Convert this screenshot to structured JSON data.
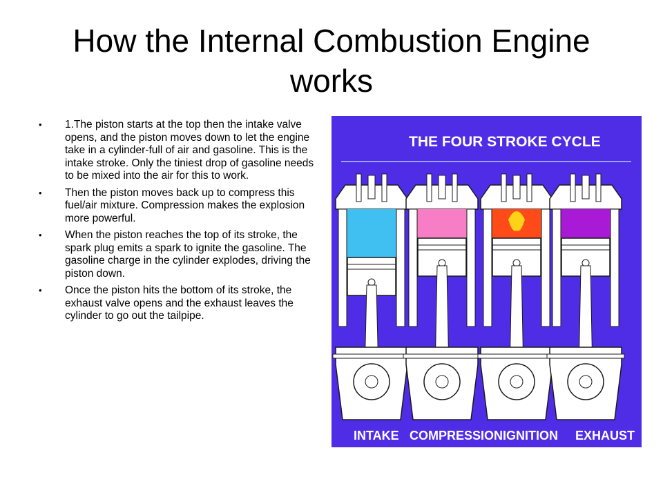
{
  "slide": {
    "title": "How the Internal Combustion Engine works",
    "bullets": [
      "1.The piston starts at the top then the intake valve opens, and the piston moves down to let the engine take in a cylinder-full of air and gasoline. This is the intake stroke. Only the tiniest drop of gasoline needs to be mixed into the air for this to work.",
      "Then the piston moves back up to compress this fuel/air mixture. Compression makes the explosion more powerful.",
      "When the piston reaches the top of its stroke, the spark plug emits a spark to ignite the gasoline. The gasoline charge in the cylinder explodes, driving the piston down.",
      "Once the piston hits the bottom of its stroke, the exhaust valve opens and the exhaust leaves the cylinder to go out the tailpipe."
    ]
  },
  "figure": {
    "heading": "THE FOUR STROKE CYCLE",
    "background_color": "#4f2de6",
    "strokes": [
      {
        "label": "INTAKE",
        "charge_color": "#3fc0f0"
      },
      {
        "label": "COMPRESSION",
        "charge_color": "#f77ec4"
      },
      {
        "label": "IGNITION",
        "charge_color": "#ff4a1a"
      },
      {
        "label": "EXHAUST",
        "charge_color": "#a81ad6"
      }
    ]
  }
}
